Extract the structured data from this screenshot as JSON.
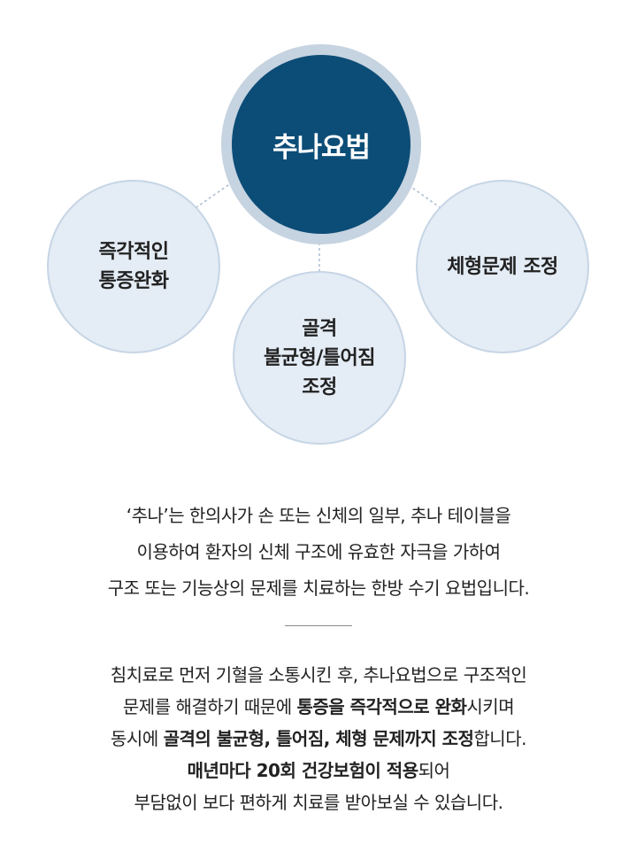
{
  "diagram": {
    "center": "추나요법",
    "nodes": [
      {
        "lines": [
          "즉각적인",
          "통증완화"
        ]
      },
      {
        "lines": [
          "골격",
          "불균형/틀어짐",
          "조정"
        ]
      },
      {
        "lines": [
          "체형문제 조정"
        ]
      }
    ]
  },
  "intro": [
    "‘추나’는 한의사가 손 또는 신체의 일부, 추나 테이블을",
    "이용하여 환자의 신체 구조에 유효한 자극을 가하여",
    "구조 또는 기능상의 문제를 치료하는 한방 수기 요법입니다."
  ],
  "body": [
    [
      {
        "t": "침치료로 먼저 기혈을 소통시킨 후, 추나요법으로 구조적인"
      }
    ],
    [
      {
        "t": "문제를 해결하기 때문에 "
      },
      {
        "t": "통증을 즉각적으로 완화",
        "b": true
      },
      {
        "t": "시키며"
      }
    ],
    [
      {
        "t": "동시에 "
      },
      {
        "t": "골격의 불균형, 틀어짐, 체형 문제까지 조정",
        "b": true
      },
      {
        "t": "합니다."
      }
    ],
    [
      {
        "t": "매년마다 20회 건강보험이 적용",
        "b": true
      },
      {
        "t": "되어"
      }
    ],
    [
      {
        "t": "부담없이 보다 편하게 치료를 받아보실 수 있습니다."
      }
    ]
  ]
}
